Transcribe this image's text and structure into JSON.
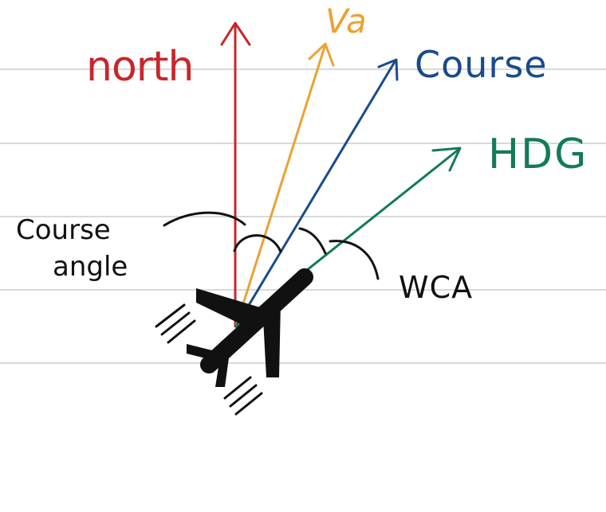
{
  "labels": {
    "north": "north",
    "va": "Va",
    "course": "Course",
    "hdg": "HDG",
    "course_angle_line1": "Course",
    "course_angle_line2": "angle",
    "wca": "WCA"
  },
  "colors": {
    "north": "#c8262c",
    "va": "#eba232",
    "course": "#1a4a8c",
    "hdg": "#137a5a",
    "ink": "#111111",
    "ruled_line": "#d9d9d9",
    "background": "#ffffff"
  },
  "icons": {
    "aircraft": "airplane-icon"
  }
}
